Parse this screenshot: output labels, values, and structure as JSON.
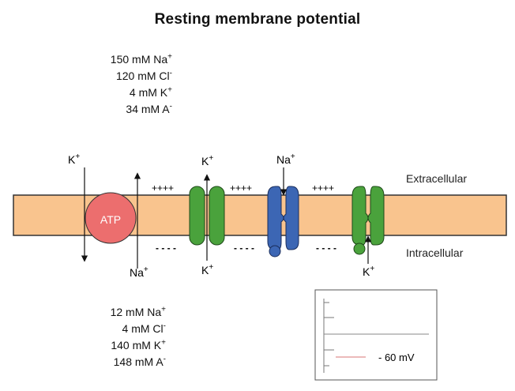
{
  "title": "Resting membrane potential",
  "extracellular_concentrations": [
    {
      "amount": "150 mM Na",
      "charge": "+"
    },
    {
      "amount": "120 mM Cl",
      "charge": "-"
    },
    {
      "amount": "4 mM K",
      "charge": "+"
    },
    {
      "amount": "34 mM A",
      "charge": "-"
    }
  ],
  "intracellular_concentrations": [
    {
      "amount": "12 mM Na",
      "charge": "+"
    },
    {
      "amount": "4 mM Cl",
      "charge": "-"
    },
    {
      "amount": "140 mM K",
      "charge": "+"
    },
    {
      "amount": "148 mM A",
      "charge": "-"
    }
  ],
  "region_labels": {
    "outside": "Extracellular",
    "inside": "Intracellular"
  },
  "pump": {
    "label": "ATP",
    "ion_out": "K",
    "ion_out_charge": "+",
    "ion_in": "Na",
    "ion_in_charge": "+"
  },
  "channels": [
    {
      "ion_top": "K",
      "charge_top": "+",
      "ion_bottom": "K",
      "charge_bottom": "+"
    },
    {
      "ion_top": "Na",
      "charge_top": "+"
    },
    {
      "ion_bottom": "K",
      "charge_bottom": "+"
    }
  ],
  "charges": {
    "positive": "++++",
    "negative": "- - - -"
  },
  "voltmeter": {
    "reading": "- 60 mV"
  },
  "colors": {
    "membrane": "#f9c48e",
    "pump": "#ec6e6e",
    "k_channel": "#4aa23c",
    "na_channel": "#3c66b4",
    "trace": "#e09090"
  }
}
